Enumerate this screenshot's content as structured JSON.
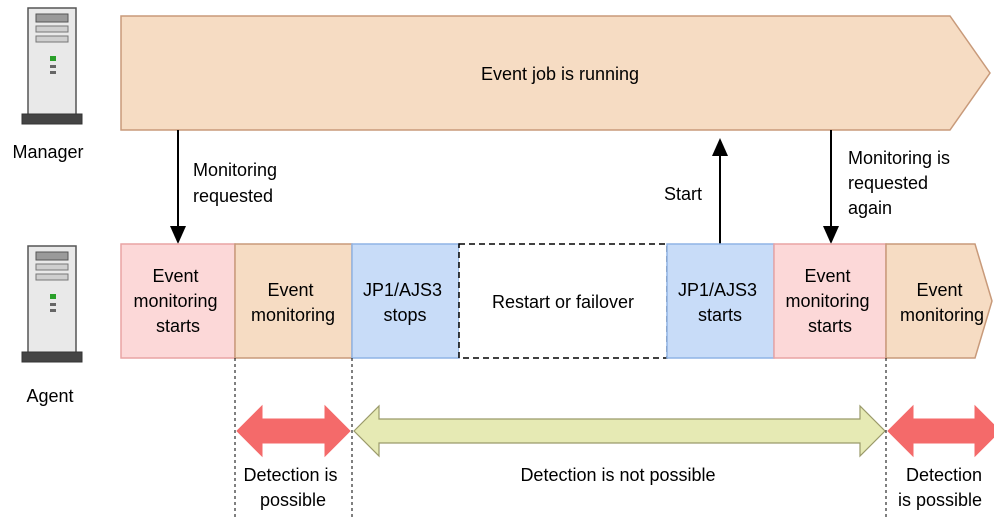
{
  "hosts": {
    "manager": "Manager",
    "agent": "Agent"
  },
  "manager_lane": {
    "label": "Event job is running"
  },
  "arrows": {
    "monitoring_requested": [
      "Monitoring",
      "requested"
    ],
    "start": "Start",
    "monitoring_requested_again": [
      "Monitoring is",
      "requested",
      "again"
    ]
  },
  "agent_blocks": [
    {
      "lines": [
        "Event",
        "monitoring",
        "starts"
      ],
      "color": "#fcd8d8"
    },
    {
      "lines": [
        "Event",
        "monitoring"
      ],
      "color": "#f6dcc3"
    },
    {
      "lines": [
        "JP1/AJS3",
        "stops"
      ],
      "color": "#c8dcf8"
    },
    {
      "lines": [
        "Restart or failover"
      ],
      "color": "#ffffff"
    },
    {
      "lines": [
        "JP1/AJS3",
        "starts"
      ],
      "color": "#c8dcf8"
    },
    {
      "lines": [
        "Event",
        "monitoring",
        "starts"
      ],
      "color": "#fcd8d8"
    },
    {
      "lines": [
        "Event",
        "monitoring"
      ],
      "color": "#f6dcc3"
    }
  ],
  "detection": {
    "possible_1": [
      "Detection is",
      "possible"
    ],
    "not_possible": "Detection is not possible",
    "possible_2": [
      "Detection",
      "is possible"
    ]
  },
  "colors": {
    "manager_band": "#f6dcc3",
    "band_border": "#c89a7a",
    "possible_arrow": "#f46a6a",
    "not_possible_arrow": "#e6eab4",
    "server": "#e8e8e8"
  }
}
